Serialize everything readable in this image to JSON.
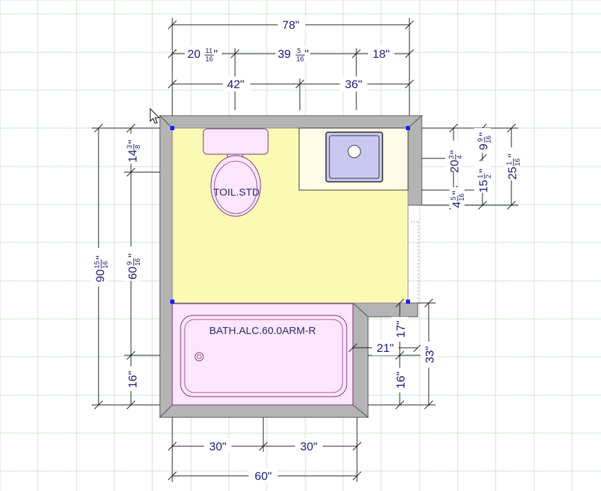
{
  "fixtures": {
    "toilet_label": "TOIL.STD",
    "bath_label": "BATH.ALC.60.0ARM-R"
  },
  "dimensions": {
    "top_overall": "78\"",
    "top_row2": {
      "a_whole": "20",
      "a_num": "11",
      "a_den": "16",
      "b_whole": "39",
      "b_num": "5",
      "b_den": "16",
      "c": "18\""
    },
    "top_row3": {
      "a": "42\"",
      "b": "36\""
    },
    "left_overall": {
      "whole": "90",
      "num": "15",
      "den": "16"
    },
    "left_upper": {
      "whole": "14",
      "num": "3",
      "den": "8"
    },
    "left_middle": {
      "whole": "60",
      "num": "9",
      "den": "16"
    },
    "left_lower": "16\"",
    "right_sink_a": {
      "whole": "9",
      "num": "9",
      "den": "16"
    },
    "right_sink_b": {
      "whole": "20",
      "num": "3",
      "den": "4"
    },
    "right_sink_c": {
      "whole": "4",
      "num": "5",
      "den": "16"
    },
    "right_sink_d": {
      "whole": "15",
      "num": "1",
      "den": "2"
    },
    "right_sink_e": {
      "whole": "25",
      "num": "1",
      "den": "16"
    },
    "right_bath_a": "17\"",
    "right_bath_b": "21\"",
    "right_bath_c": "16\"",
    "right_bath_d": "33\"",
    "bottom_a": "30\"",
    "bottom_b": "30\"",
    "bottom_overall": "60\""
  },
  "colors": {
    "grid": "#c8e6c8",
    "wall": "#b4b4b4",
    "floor": "#fafab4",
    "fixture": "#fce6fc",
    "fixture_stroke": "#7a2a7a",
    "sink_basin": "#c8c8f0",
    "dimension": "#1a1a7a"
  }
}
